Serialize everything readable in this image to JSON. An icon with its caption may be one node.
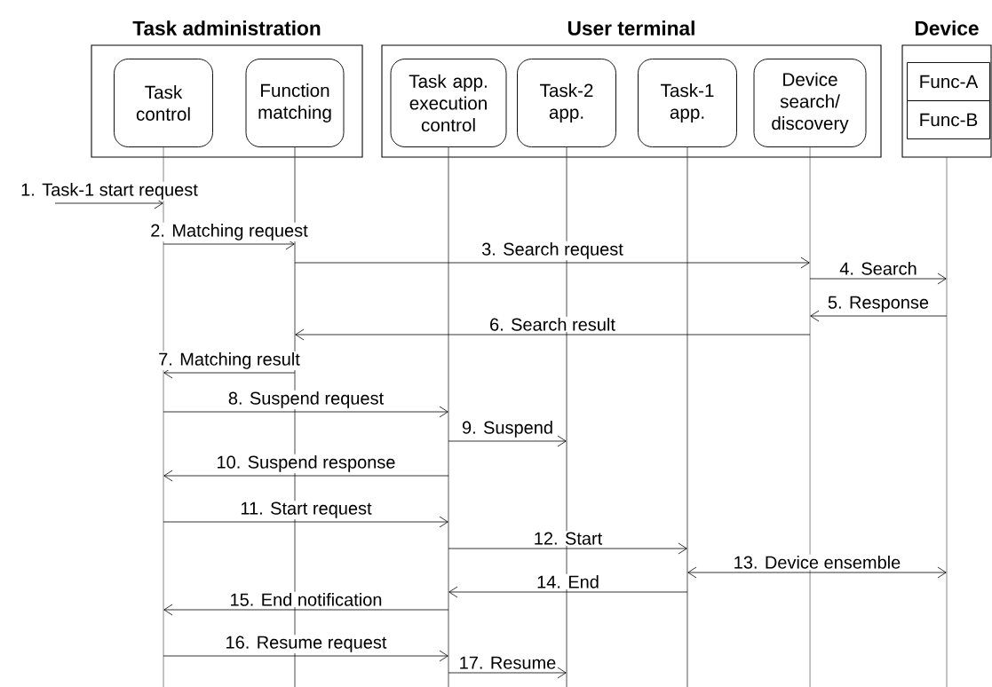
{
  "diagram": {
    "nodes": [
      {
        "text": [
          "Task administration"
        ]
      },
      {
        "text": [
          "Task control"
        ],
        "in": 0
      },
      {
        "text": [
          "Function matching"
        ],
        "in": 0
      },
      {
        "text": [
          "User terminal"
        ]
      },
      {
        "text": [
          "Task app. execution control"
        ],
        "in": 3
      },
      {
        "text": [
          "Task-2 app."
        ],
        "in": 3
      },
      {
        "text": [
          "Task-1 app."
        ],
        "in": 3
      },
      {
        "text": [
          "Device search/ discovery"
        ],
        "in": 3
      },
      {
        "text": [
          "Device"
        ]
      },
      {
        "text": [
          "Func-A"
        ],
        "in": 8
      },
      {
        "text": [
          "Func-B"
        ],
        "in": 8
      },
      {
        "text": [],
        "shape": "line"
      },
      {
        "text": [],
        "shape": "line"
      },
      {
        "text": [],
        "shape": "line"
      },
      {
        "text": [],
        "shape": "line"
      },
      {
        "text": [],
        "shape": "line"
      },
      {
        "text": [],
        "shape": "line"
      },
      {
        "text": [],
        "shape": "line"
      }
    ],
    "edges": [
      {
        "from": null,
        "to": 11,
        "arrow": "to",
        "label": "1. Task-1 start request"
      },
      {
        "from": 11,
        "to": 12,
        "arrow": "to",
        "label": "2. Matching request"
      },
      {
        "from": 12,
        "to": 16,
        "arrow": "to",
        "label": "3. Search request"
      },
      {
        "from": 16,
        "to": 17,
        "arrow": "to",
        "label": "4. Search"
      },
      {
        "from": 17,
        "to": 16,
        "arrow": "to",
        "label": "5. Response"
      },
      {
        "from": 16,
        "to": 12,
        "arrow": "to",
        "label": "6. Search result"
      },
      {
        "from": 12,
        "to": 11,
        "arrow": "to",
        "label": "7. Matching result"
      },
      {
        "from": 11,
        "to": 13,
        "arrow": "to",
        "label": "8. Suspend request"
      },
      {
        "from": 13,
        "to": 14,
        "arrow": "to",
        "label": "9. Suspend"
      },
      {
        "from": 13,
        "to": 11,
        "arrow": "to",
        "label": "10. Suspend response"
      },
      {
        "from": 11,
        "to": 13,
        "arrow": "to",
        "label": "11. Start request"
      },
      {
        "from": 13,
        "to": 15,
        "arrow": "to",
        "label": "12. Start"
      },
      {
        "from": 15,
        "to": 17,
        "arrow": "both",
        "label": "13. Device ensemble"
      },
      {
        "from": 15,
        "to": 13,
        "arrow": "to",
        "label": "14. End"
      },
      {
        "from": 13,
        "to": 11,
        "arrow": "to",
        "label": "15. End notification"
      },
      {
        "from": 11,
        "to": 13,
        "arrow": "to",
        "label": "16. Resume request"
      },
      {
        "from": 13,
        "to": 14,
        "arrow": "to",
        "label": "17. Resume"
      }
    ]
  }
}
